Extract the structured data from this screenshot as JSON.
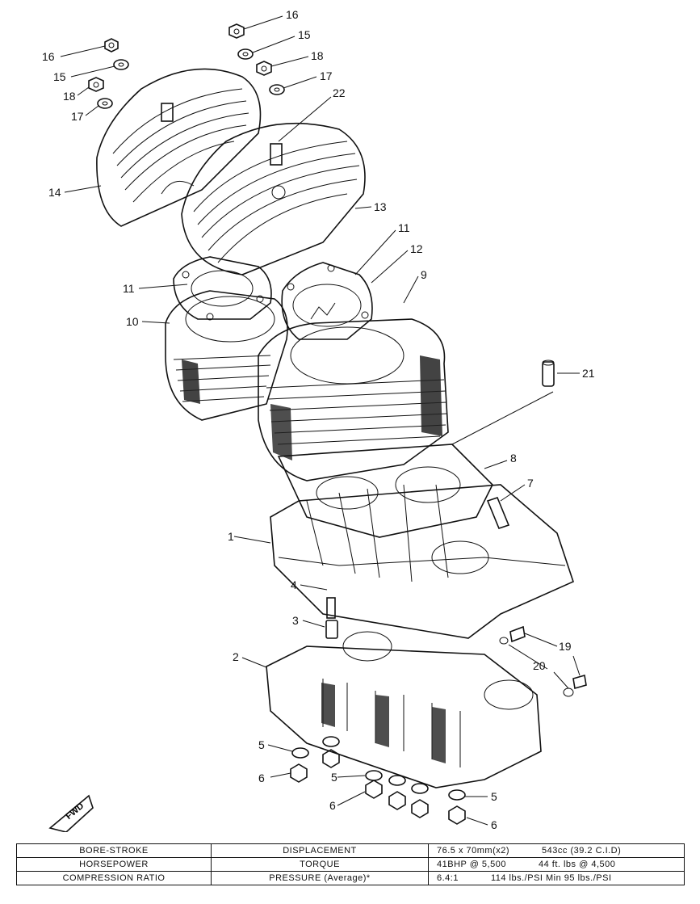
{
  "callouts": [
    "16",
    "15",
    "18",
    "17",
    "16",
    "15",
    "18",
    "17",
    "22",
    "14",
    "13",
    "11",
    "12",
    "11",
    "9",
    "10",
    "21",
    "8",
    "7",
    "1",
    "4",
    "3",
    "2",
    "19",
    "20",
    "5",
    "6",
    "5",
    "6",
    "5",
    "6"
  ],
  "fwd_badge": "FWD",
  "spec_table": {
    "rows": [
      {
        "label": "BORE-STROKE",
        "param": "DISPLACEMENT",
        "value_a": "76.5 x 70mm(x2)",
        "value_b": "543cc (39.2 C.I.D)"
      },
      {
        "label": "HORSEPOWER",
        "param": "TORQUE",
        "value_a": "41BHP @ 5,500",
        "value_b": "44 ft. lbs @ 4,500"
      },
      {
        "label": "COMPRESSION RATIO",
        "param": "PRESSURE (Average)*",
        "value_a": "6.4:1",
        "value_b": "114 lbs./PSI  Min 95 lbs./PSI"
      }
    ]
  },
  "colors": {
    "line": "#111111",
    "background": "#ffffff"
  }
}
